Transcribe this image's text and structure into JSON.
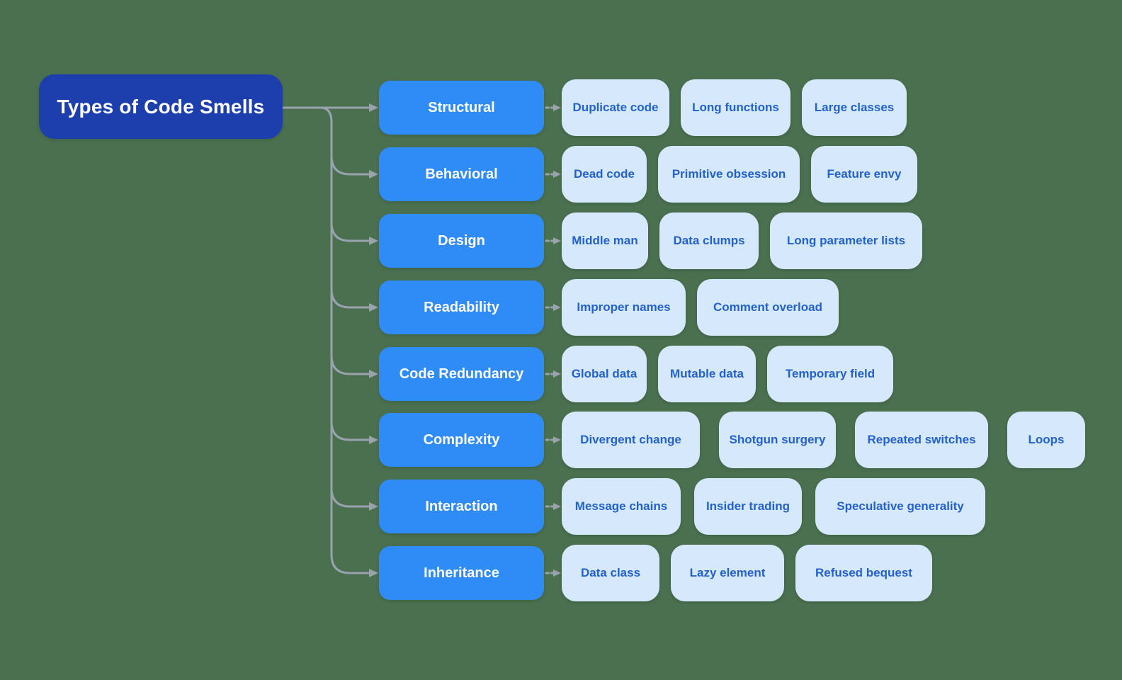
{
  "title": "Types of Code Smells",
  "colors": {
    "background": "#4a7050",
    "root_bg": "#1d3fae",
    "root_text": "#ffffff",
    "category_bg": "#2f8cf6",
    "category_text": "#ffffff",
    "leaf_bg": "#d6e8fb",
    "leaf_text": "#2361cc",
    "connector": "#9aa2ad"
  },
  "categories": [
    {
      "label": "Structural",
      "children": [
        "Duplicate code",
        "Long functions",
        "Large classes"
      ]
    },
    {
      "label": "Behavioral",
      "children": [
        "Dead code",
        "Primitive obsession",
        "Feature envy"
      ]
    },
    {
      "label": "Design",
      "children": [
        "Middle man",
        "Data clumps",
        "Long parameter lists"
      ]
    },
    {
      "label": "Readability",
      "children": [
        "Improper names",
        "Comment overload"
      ]
    },
    {
      "label": "Code Redundancy",
      "children": [
        "Global data",
        "Mutable data",
        "Temporary field"
      ]
    },
    {
      "label": "Complexity",
      "children": [
        "Divergent change",
        "Shotgun surgery",
        "Repeated switches",
        "Loops"
      ]
    },
    {
      "label": "Interaction",
      "children": [
        "Message chains",
        "Insider trading",
        "Speculative generality"
      ]
    },
    {
      "label": "Inheritance",
      "children": [
        "Data class",
        "Lazy element",
        "Refused bequest"
      ]
    }
  ]
}
